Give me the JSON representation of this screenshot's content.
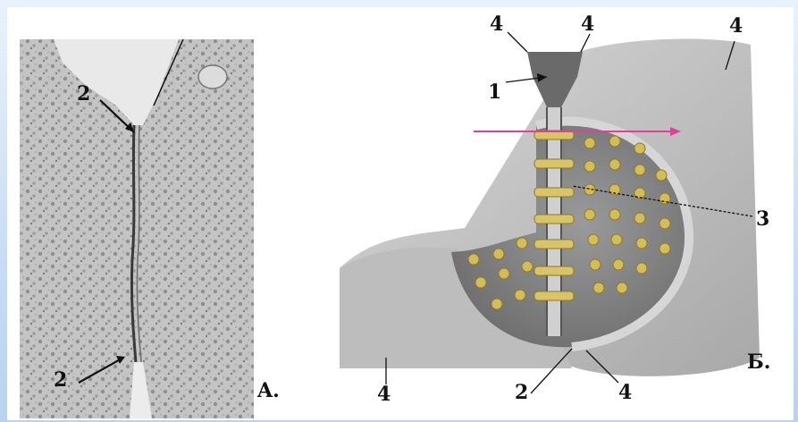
{
  "panel_a": {
    "letter": "A.",
    "labels": [
      "2",
      "2"
    ]
  },
  "panel_b": {
    "letter": "Б.",
    "labels": [
      "4",
      "4",
      "4",
      "1",
      "3",
      "4",
      "2",
      "4"
    ]
  },
  "colors": {
    "micrograph_base": "#c9c9c9",
    "tissue_gray": "#b9b9b9",
    "connexon_yellow": "#d9c46a",
    "pointer_arrow": "#e0409a",
    "label_color": "#111111"
  }
}
